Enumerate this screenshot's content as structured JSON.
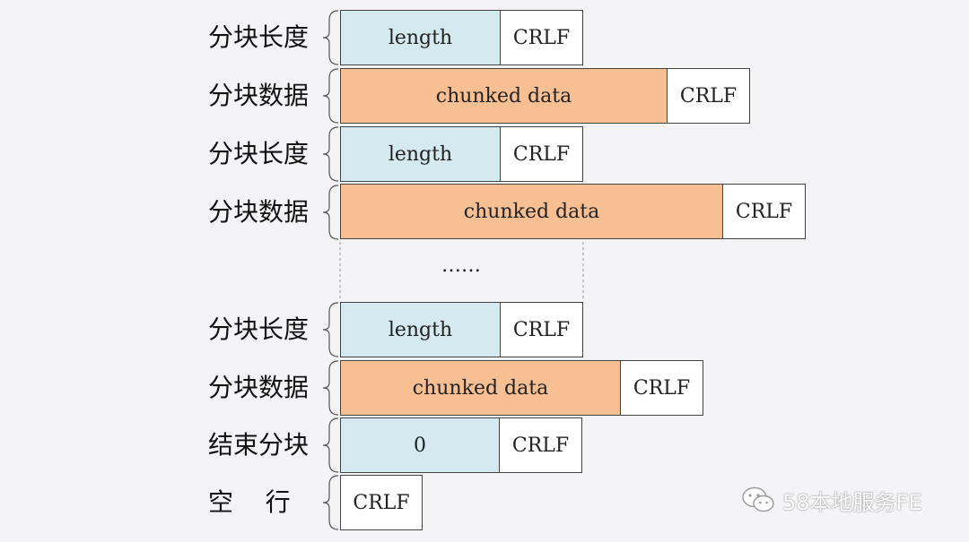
{
  "rows": [
    {
      "label": "分块长度",
      "cells": [
        "length",
        "CRLF"
      ]
    },
    {
      "label": "分块数据",
      "cells": [
        "chunked data",
        "CRLF"
      ]
    },
    {
      "label": "分块长度",
      "cells": [
        "length",
        "CRLF"
      ]
    },
    {
      "label": "分块数据",
      "cells": [
        "chunked data",
        "CRLF"
      ]
    },
    {
      "label": "分块长度",
      "cells": [
        "length",
        "CRLF"
      ]
    },
    {
      "label": "分块数据",
      "cells": [
        "chunked data",
        "CRLF"
      ]
    },
    {
      "label": "结束分块",
      "cells": [
        "0",
        "CRLF"
      ]
    },
    {
      "label": "空    行",
      "cells": [
        "CRLF"
      ]
    }
  ],
  "ellipsis": "……",
  "watermark": {
    "text": "58本地服务FE",
    "icon": "wechat-icon"
  },
  "colors": {
    "length_fill": "#d4eaf0",
    "data_fill": "#f8bf93",
    "crlf_fill": "#ffffff"
  }
}
